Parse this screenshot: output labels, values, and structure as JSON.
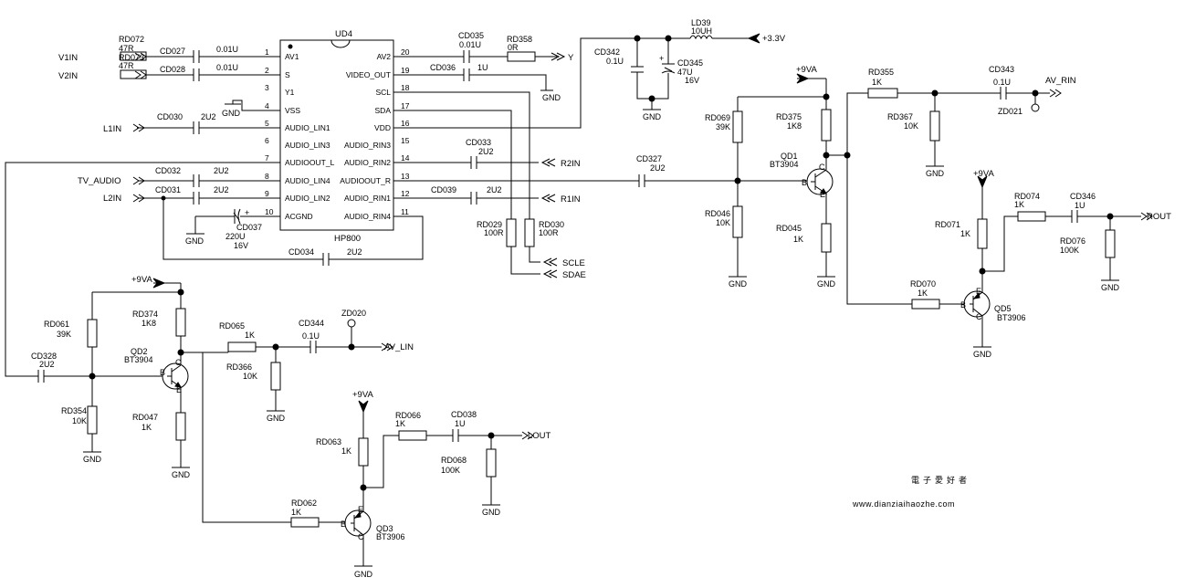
{
  "ic": {
    "ref": "UD4",
    "part": "HP800"
  },
  "pins_left": [
    {
      "num": "1",
      "name": "AV1"
    },
    {
      "num": "2",
      "name": "S"
    },
    {
      "num": "3",
      "name": "Y1"
    },
    {
      "num": "4",
      "name": "VSS"
    },
    {
      "num": "5",
      "name": "AUDIO_LIN1"
    },
    {
      "num": "6",
      "name": "AUDIO_LIN3"
    },
    {
      "num": "7",
      "name": "AUDIOOUT_L"
    },
    {
      "num": "8",
      "name": "AUDIO_LIN4"
    },
    {
      "num": "9",
      "name": "AUDIO_LIN2"
    },
    {
      "num": "10",
      "name": "ACGND"
    }
  ],
  "pins_right": [
    {
      "num": "20",
      "name": "AV2"
    },
    {
      "num": "19",
      "name": "VIDEO_OUT"
    },
    {
      "num": "18",
      "name": "SCL"
    },
    {
      "num": "17",
      "name": "SDA"
    },
    {
      "num": "16",
      "name": "VDD"
    },
    {
      "num": "15",
      "name": "AUDIO_RIN3"
    },
    {
      "num": "14",
      "name": "AUDIO_RIN2"
    },
    {
      "num": "13",
      "name": "AUDIOOUT_R"
    },
    {
      "num": "12",
      "name": "AUDIO_RIN1"
    },
    {
      "num": "11",
      "name": "AUDIO_RIN4"
    }
  ],
  "signals": {
    "v1in": "V1IN",
    "v2in": "V2IN",
    "l1in": "L1IN",
    "tv_audio": "TV_AUDIO",
    "l2in": "L2IN",
    "y": "Y",
    "r2in": "R2IN",
    "r1in": "R1IN",
    "scle": "SCLE",
    "sdae": "SDAE",
    "p33v": "+3.3V",
    "p9va": "+9VA",
    "gnd": "GND",
    "av_rin": "AV_RIN",
    "av_lin": "AV_LIN",
    "rout": "ROUT",
    "lout": "LOUT"
  },
  "parts": {
    "rd072": {
      "ref": "RD072",
      "val": "47R"
    },
    "rd073": {
      "ref": "RD073",
      "val": "47R"
    },
    "cd027": {
      "ref": "CD027",
      "val": "0.01U"
    },
    "cd028": {
      "ref": "CD028",
      "val": "0.01U"
    },
    "cd030": {
      "ref": "CD030",
      "val": "2U2"
    },
    "cd032": {
      "ref": "CD032",
      "val": "2U2"
    },
    "cd031": {
      "ref": "CD031",
      "val": "2U2"
    },
    "cd037": {
      "ref": "CD037",
      "val": "220U",
      "volt": "16V"
    },
    "cd034": {
      "ref": "CD034",
      "val": "2U2"
    },
    "cd035": {
      "ref": "CD035",
      "val": "0.01U"
    },
    "rd358": {
      "ref": "RD358",
      "val": "0R"
    },
    "cd036": {
      "ref": "CD036",
      "val": "1U"
    },
    "cd033": {
      "ref": "CD033",
      "val": "2U2"
    },
    "cd039": {
      "ref": "CD039",
      "val": "2U2"
    },
    "rd029": {
      "ref": "RD029",
      "val": "100R"
    },
    "rd030": {
      "ref": "RD030",
      "val": "100R"
    },
    "ld39": {
      "ref": "LD39",
      "val": "10UH"
    },
    "cd342": {
      "ref": "CD342",
      "val": "0.1U"
    },
    "cd345": {
      "ref": "CD345",
      "val": "47U",
      "volt": "16V"
    },
    "cd327": {
      "ref": "CD327",
      "val": "2U2"
    },
    "rd069": {
      "ref": "RD069",
      "val": "39K"
    },
    "rd046": {
      "ref": "RD046",
      "val": "10K"
    },
    "rd375": {
      "ref": "RD375",
      "val": "1K8"
    },
    "qd1": {
      "ref": "QD1",
      "val": "BT3904"
    },
    "rd045": {
      "ref": "RD045",
      "val": "1K"
    },
    "rd355": {
      "ref": "RD355",
      "val": "1K"
    },
    "rd367": {
      "ref": "RD367",
      "val": "10K"
    },
    "cd343": {
      "ref": "CD343",
      "val": "0.1U"
    },
    "zd021": {
      "ref": "ZD021"
    },
    "rd071": {
      "ref": "RD071",
      "val": "1K"
    },
    "rd074": {
      "ref": "RD074",
      "val": "1K"
    },
    "cd346": {
      "ref": "CD346",
      "val": "1U"
    },
    "rd076": {
      "ref": "RD076",
      "val": "100K"
    },
    "rd070": {
      "ref": "RD070",
      "val": "1K"
    },
    "qd5": {
      "ref": "QD5",
      "val": "BT3906"
    },
    "rd061": {
      "ref": "RD061",
      "val": "39K"
    },
    "cd328": {
      "ref": "CD328",
      "val": "2U2"
    },
    "rd354": {
      "ref": "RD354",
      "val": "10K"
    },
    "rd374": {
      "ref": "RD374",
      "val": "1K8"
    },
    "qd2": {
      "ref": "QD2",
      "val": "BT3904"
    },
    "rd047": {
      "ref": "RD047",
      "val": "1K"
    },
    "rd065": {
      "ref": "RD065",
      "val": "1K"
    },
    "rd366": {
      "ref": "RD366",
      "val": "10K"
    },
    "cd344": {
      "ref": "CD344",
      "val": "0.1U"
    },
    "zd020": {
      "ref": "ZD020"
    },
    "rd063": {
      "ref": "RD063",
      "val": "1K"
    },
    "rd066": {
      "ref": "RD066",
      "val": "1K"
    },
    "cd038": {
      "ref": "CD038",
      "val": "1U"
    },
    "rd068": {
      "ref": "RD068",
      "val": "100K"
    },
    "rd062": {
      "ref": "RD062",
      "val": "1K"
    },
    "qd3": {
      "ref": "QD3",
      "val": "BT3906"
    }
  },
  "bjt_pins": {
    "b": "B",
    "c": "C",
    "e": "E"
  },
  "polarity": "+",
  "watermark": {
    "cn": "電子愛好者",
    "url": "www.dianziaihaozhe.com"
  }
}
